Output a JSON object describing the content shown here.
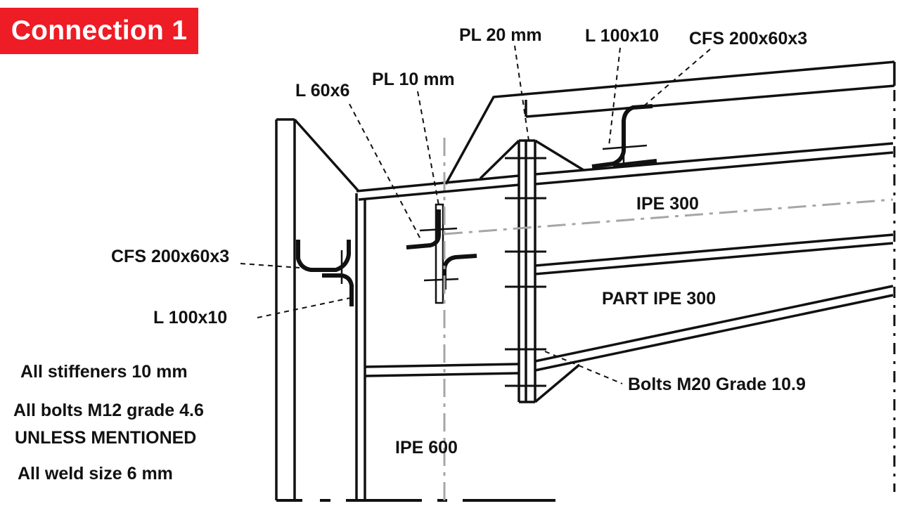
{
  "title": "Connection 1",
  "colors": {
    "title_bg": "#ee1c25",
    "title_text": "#ffffff",
    "line": "#111111",
    "centerline": "#a6a6a6"
  },
  "labels": {
    "pl_20": "PL 20 mm",
    "l_100_top": "L 100x10",
    "cfs_top": "CFS 200x60x3",
    "l_60": "L 60x6",
    "pl_10": "PL 10 mm",
    "ipe_300": "IPE 300",
    "part_ipe_300": "PART IPE 300",
    "cfs_left": "CFS 200x60x3",
    "l_100_left": "L 100x10",
    "bolts": "Bolts M20 Grade 10.9",
    "ipe_600": "IPE 600"
  },
  "notes": {
    "stiffeners": "All stiffeners 10 mm",
    "bolts_line1": "All bolts M12 grade 4.6",
    "bolts_line2": "UNLESS MENTIONED",
    "weld": "All weld size 6 mm"
  }
}
